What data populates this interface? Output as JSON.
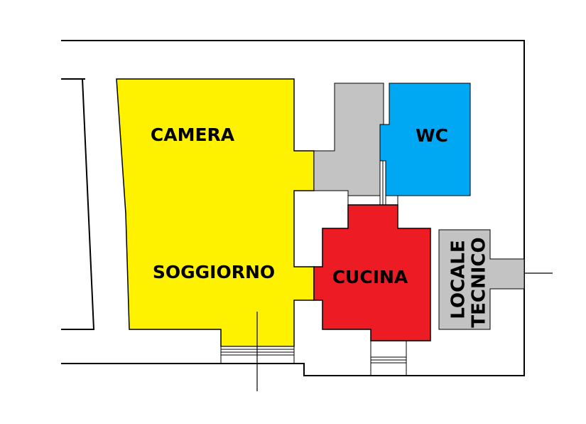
{
  "rooms": {
    "camera": {
      "label": "CAMERA",
      "color": "#FFF200"
    },
    "soggiorno": {
      "label": "SOGGIORNO",
      "color": "#FFF200"
    },
    "wc": {
      "label": "WC",
      "color": "#00A8F3"
    },
    "cucina": {
      "label": "CUCINA",
      "color": "#ED1C24"
    },
    "disimpegno": {
      "label": "",
      "color": "#C3C3C3"
    },
    "locale_tecnico": {
      "label_line1": "LOCALE",
      "label_line2": "TECNICO",
      "color": "#C3C3C3"
    }
  },
  "line_color": "#000000"
}
